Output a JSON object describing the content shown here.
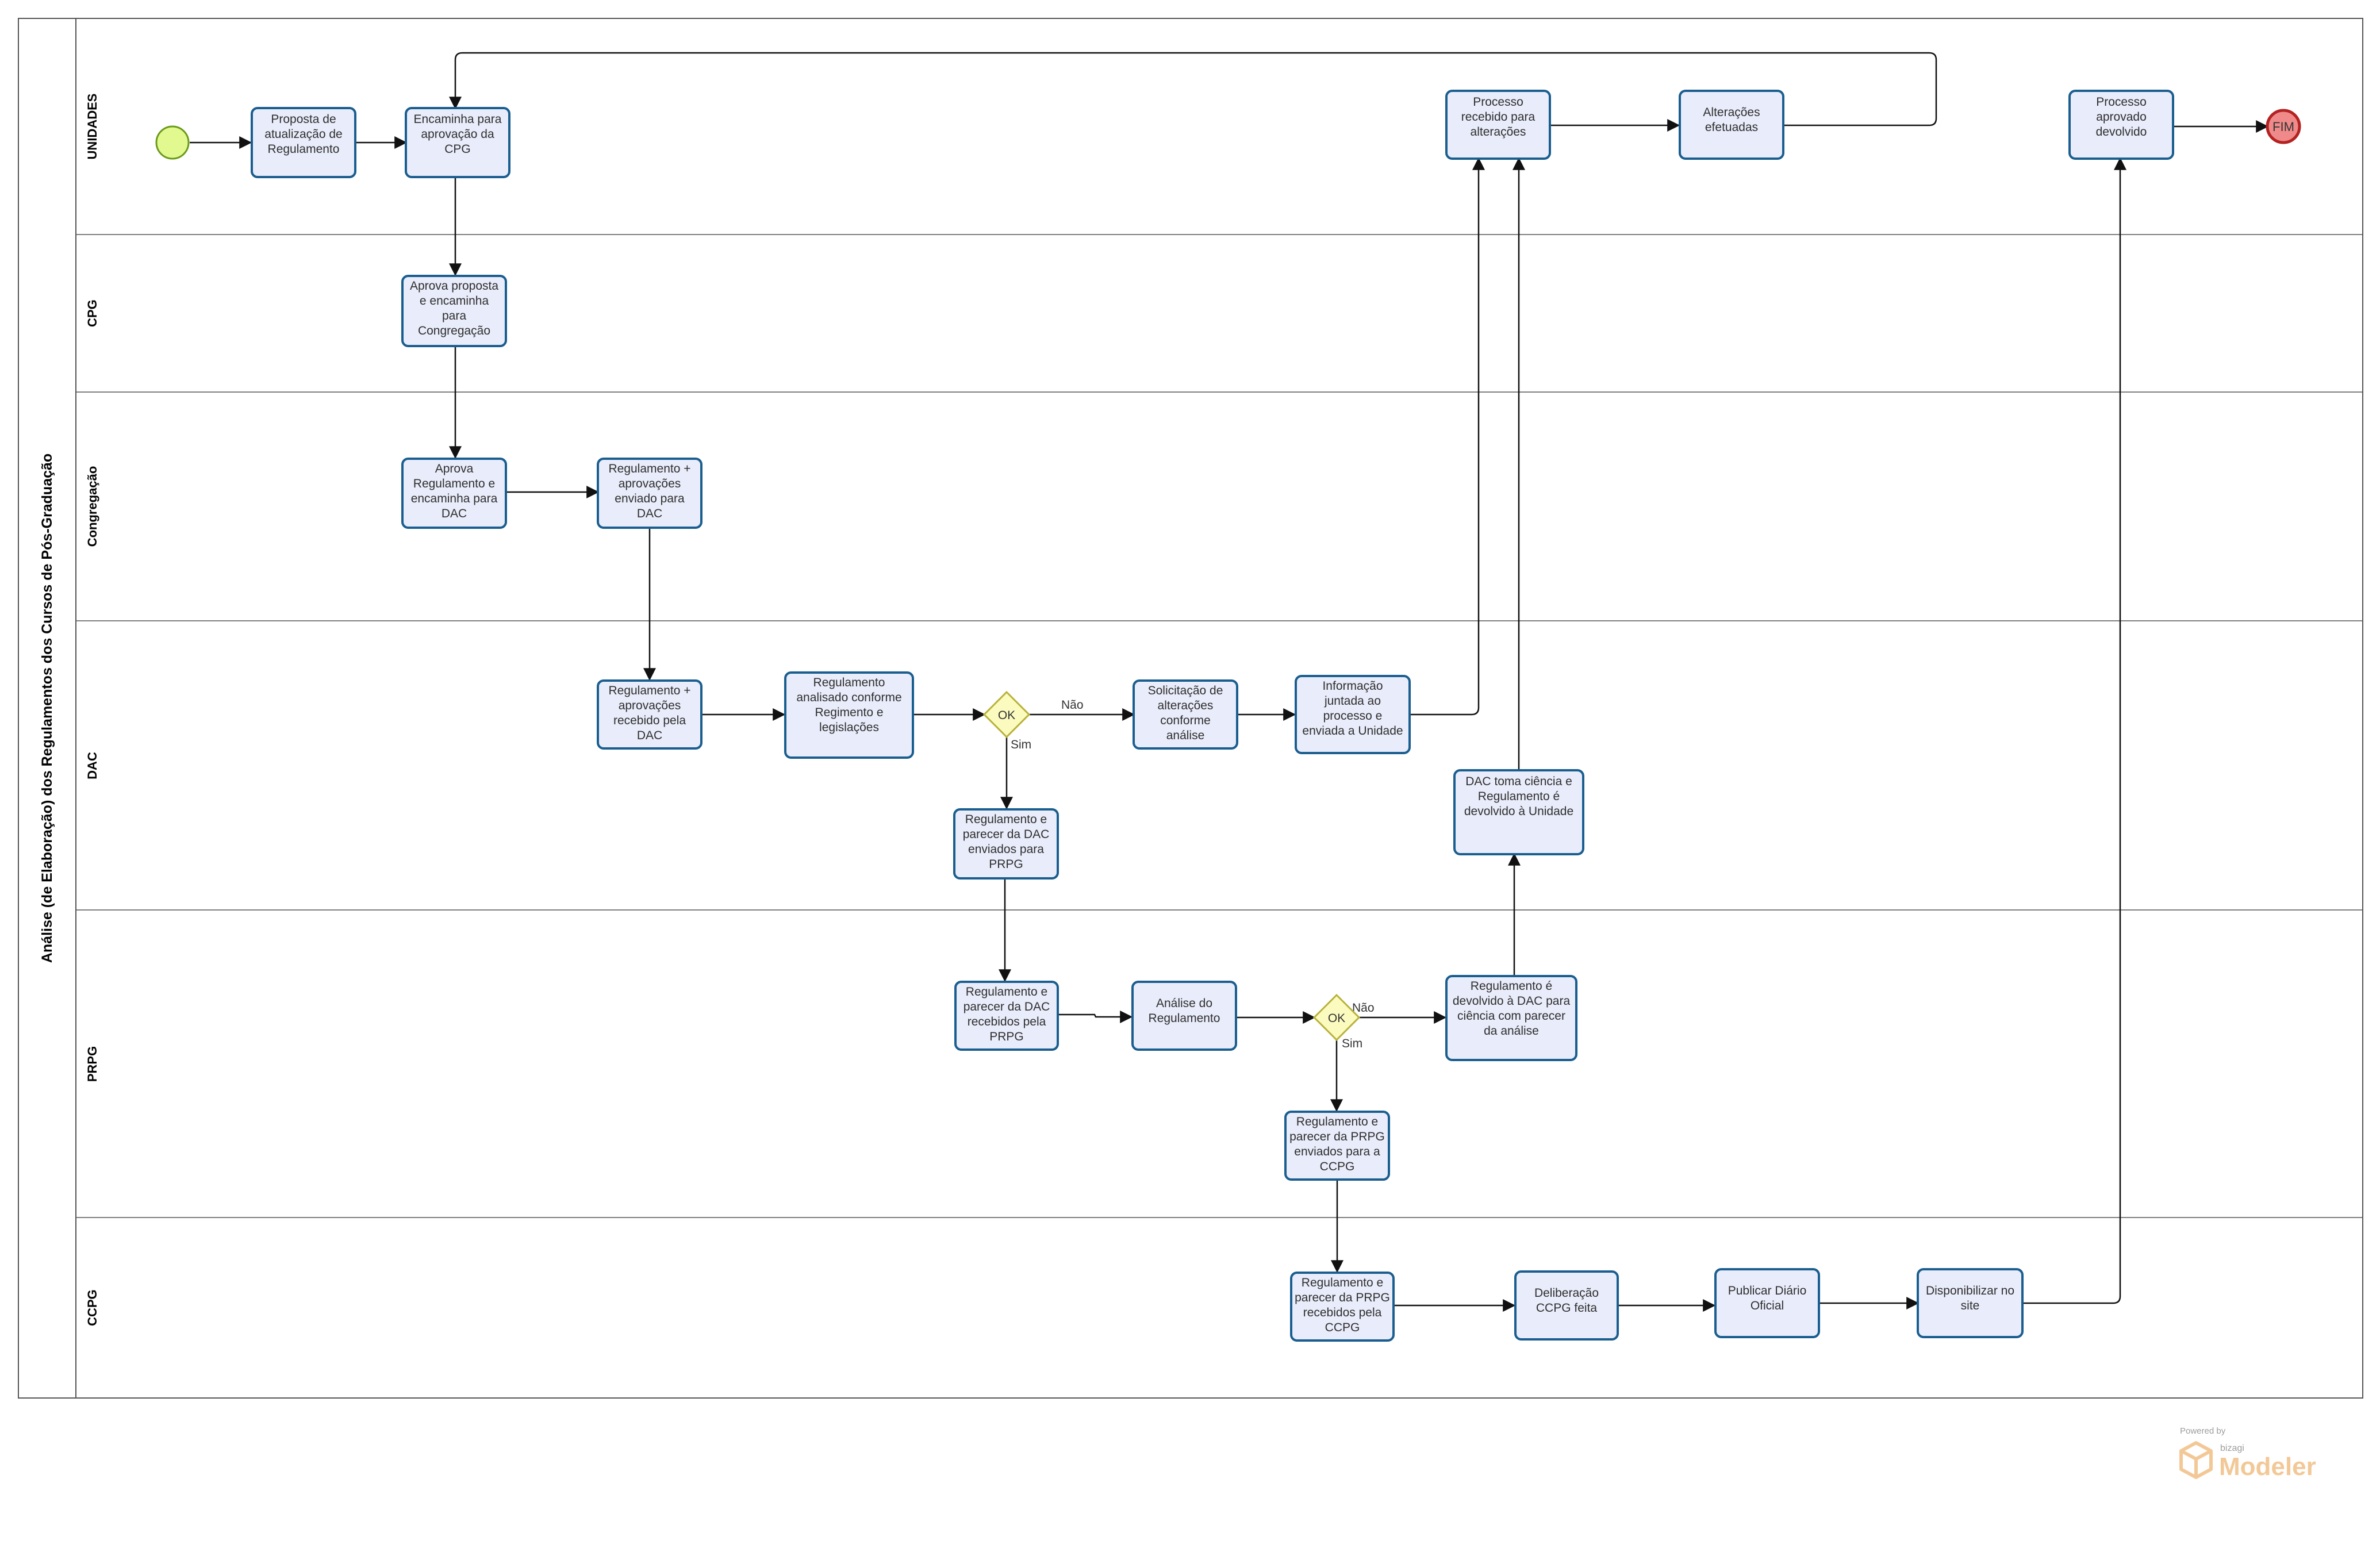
{
  "pool": {
    "title": "Análise (de Elaboração) dos Regulamentos dos Cursos de Pós-Graduação"
  },
  "lanes": [
    "UNIDADES",
    "CPG",
    "Congregação",
    "DAC",
    "PRPG",
    "CCPG"
  ],
  "tasks": {
    "t1": "Proposta de\natualização de\nRegulamento",
    "t2": "Encaminha para\naprovação da\nCPG",
    "t3": "Processo\nrecebido para\nalterações",
    "t4": "Alterações\nefetuadas",
    "t5": "Processo\naprovado\ndevolvido",
    "t6": "Aprova proposta\ne encaminha\npara\nCongregação",
    "t7": "Aprova\nRegulamento e\nencaminha para\nDAC",
    "t8": "Regulamento +\naprovações\nenviado para\nDAC",
    "t9": "Regulamento +\naprovações\nrecebido pela\nDAC",
    "t10": "Regulamento\nanalisado conforme\nRegimento e\nlegislações",
    "t11": "Solicitação de\nalterações\nconforme\nanálise",
    "t12": "Informação\njuntada ao\nprocesso e\nenviada a Unidade",
    "t13": "DAC toma ciência e\nRegulamento é\ndevolvido à Unidade",
    "t14": "Regulamento e\nparecer da DAC\nenviados para\nPRPG",
    "t15": "Regulamento e\nparecer da DAC\nrecebidos pela\nPRPG",
    "t16": "Análise do\nRegulamento",
    "t17": "Regulamento é\ndevolvido à DAC para\nciência com parecer\nda análise",
    "t18": "Regulamento e\nparecer da PRPG\nenviados para a\nCCPG",
    "t19": "Regulamento e\nparecer da PRPG\nrecebidos pela\nCCPG",
    "t20": "Deliberação\nCCPG feita",
    "t21": "Publicar Diário\nOficial",
    "t22": "Disponibilizar no\nsite"
  },
  "gateways": {
    "g1": "OK",
    "g2": "OK"
  },
  "end_event": "FIM",
  "flow_labels": {
    "g1_no": "Não",
    "g1_yes": "Sim",
    "g2_no": "Não",
    "g2_yes": "Sim"
  },
  "watermark": {
    "powered": "Powered by",
    "brand": "bizagi",
    "product": "Modeler"
  },
  "colors": {
    "task_fill": "#e9ecfa",
    "task_stroke": "#1a5e8f",
    "start_fill": "#e2f98f",
    "start_stroke": "#6a9b1a",
    "end_fill": "#f08a8a",
    "end_stroke": "#b42222",
    "gateway_fill": "#fbfbc0",
    "gateway_stroke": "#b8b23a"
  }
}
